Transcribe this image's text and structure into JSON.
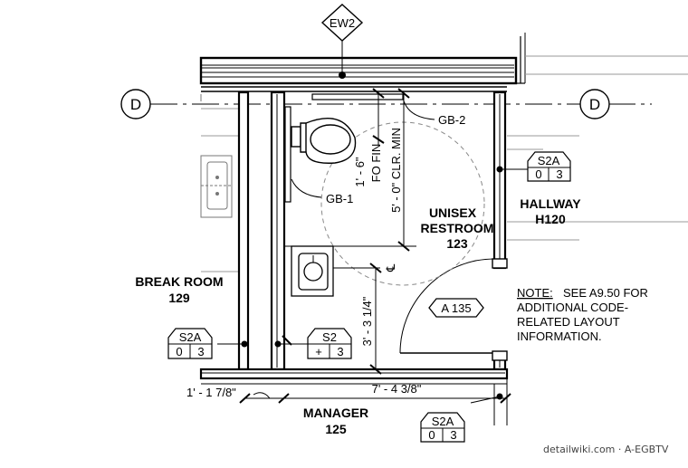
{
  "tags": {
    "ew2": "EW2",
    "grid_left": "D",
    "grid_right": "D",
    "door": "A 135"
  },
  "rooms": {
    "unisex_name": "UNISEX",
    "unisex_name2": "RESTROOM",
    "unisex_num": "123",
    "hallway_name": "HALLWAY",
    "hallway_num": "H120",
    "break_name": "BREAK ROOM",
    "break_num": "129",
    "manager_name": "MANAGER",
    "manager_num": "125"
  },
  "callouts": {
    "gb1": "GB-1",
    "gb2": "GB-2",
    "centerline": "℄"
  },
  "dims": {
    "fo_fin_1": "1' - 6\"",
    "fo_fin_2": "FO FIN",
    "clr_min": "5' - 0\" CLR. MIN",
    "lav_dim": "3' - 3 1/4\"",
    "left_dim": "1' - 1 7/8\"",
    "room_width": "7' - 4 3/8\""
  },
  "wall_tags": {
    "hallway": {
      "type": "S2A",
      "left": "0",
      "right": "3"
    },
    "break": {
      "type": "S2A",
      "left": "0",
      "right": "3"
    },
    "partition": {
      "type": "S2",
      "left": "+",
      "right": "3"
    },
    "manager": {
      "type": "S2A",
      "left": "0",
      "right": "3"
    }
  },
  "note": {
    "line1_label": "NOTE:",
    "line1_rest": "SEE A9.50 FOR",
    "line2": "ADDITIONAL CODE-",
    "line3": "RELATED LAYOUT",
    "line4": "INFORMATION."
  },
  "watermark": "detailwiki.com · A-EGBTV"
}
